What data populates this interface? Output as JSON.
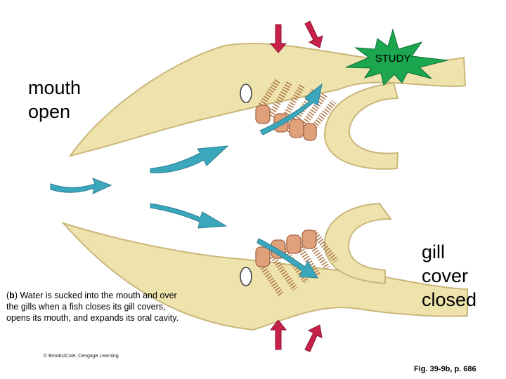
{
  "labels": {
    "mouth_line1": "mouth",
    "mouth_line2": "open",
    "gill_line1": "gill",
    "gill_line2": "cover",
    "gill_line3": "closed"
  },
  "study_badge": "STUDY",
  "caption": {
    "prefix": "(",
    "letter": "b",
    "text": ") Water is sucked into the mouth and over the gills when a fish closes its gill covers, opens its mouth, and expands its oral cavity."
  },
  "copyright": "© Brooks/Cole, Cengage Learning",
  "figure_ref": "Fig. 39-9b, p. 686",
  "colors": {
    "tissue": "#efe3ad",
    "tissue_edge": "#c9b67a",
    "water_arrow": "#3aa7bd",
    "muscle_arrow": "#c8214a",
    "study_star": "#1ca650",
    "filament": "#ddb87e",
    "gill_arch": "#e0a07a"
  },
  "icons": {
    "water_flow": "water-flow-arrow-icon",
    "muscle_force": "force-arrow-icon",
    "study": "starburst-icon"
  }
}
